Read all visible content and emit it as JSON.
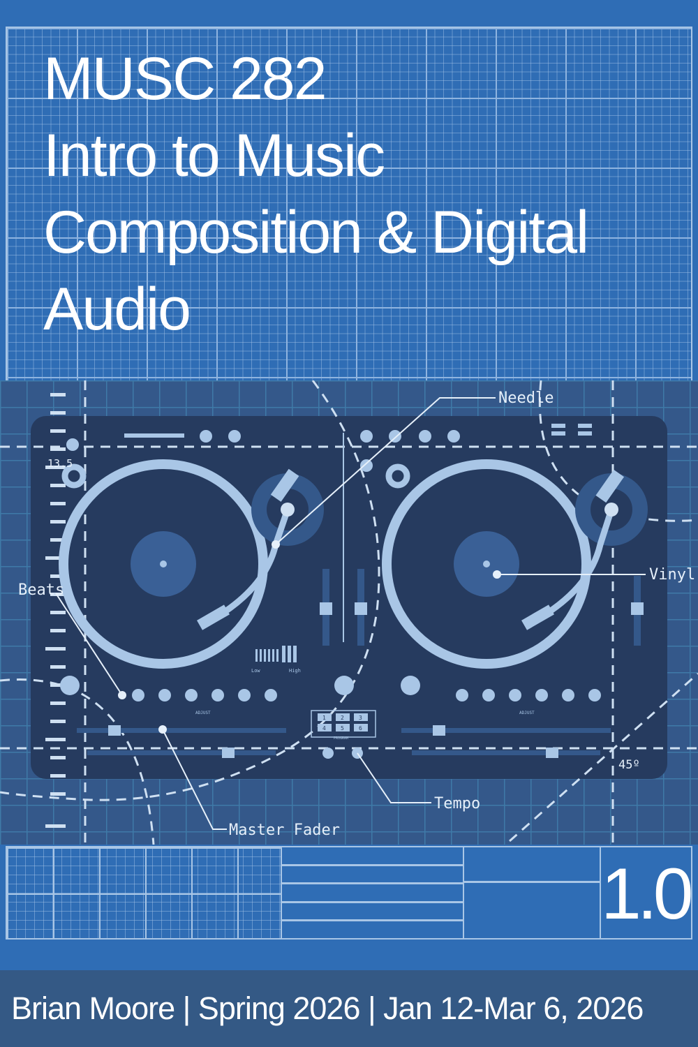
{
  "cover": {
    "title_lines": [
      "MUSC 282",
      "Intro to Music",
      "Composition & Digital",
      "Audio"
    ],
    "version": "1.0",
    "footer": "Brian Moore | Spring 2026 | Jan 12-Mar 6, 2026"
  },
  "illustration": {
    "labels": {
      "needle": "Needle",
      "vinyl": "Vinyl",
      "beats": "Beats",
      "tempo": "Tempo",
      "master_fader": "Master Fader",
      "angle": "45º",
      "measure": "13.5",
      "low": "Low",
      "high": "High",
      "adjust": "ADJUST",
      "program": "PROGRAM"
    },
    "program_buttons": [
      "1",
      "2",
      "3",
      "4",
      "5",
      "6"
    ]
  },
  "colors": {
    "background": "#2f6db5",
    "illustration_bg": "#34588a",
    "device": "#263b5f",
    "line": "#a9c6e6",
    "footer": "#345985"
  }
}
